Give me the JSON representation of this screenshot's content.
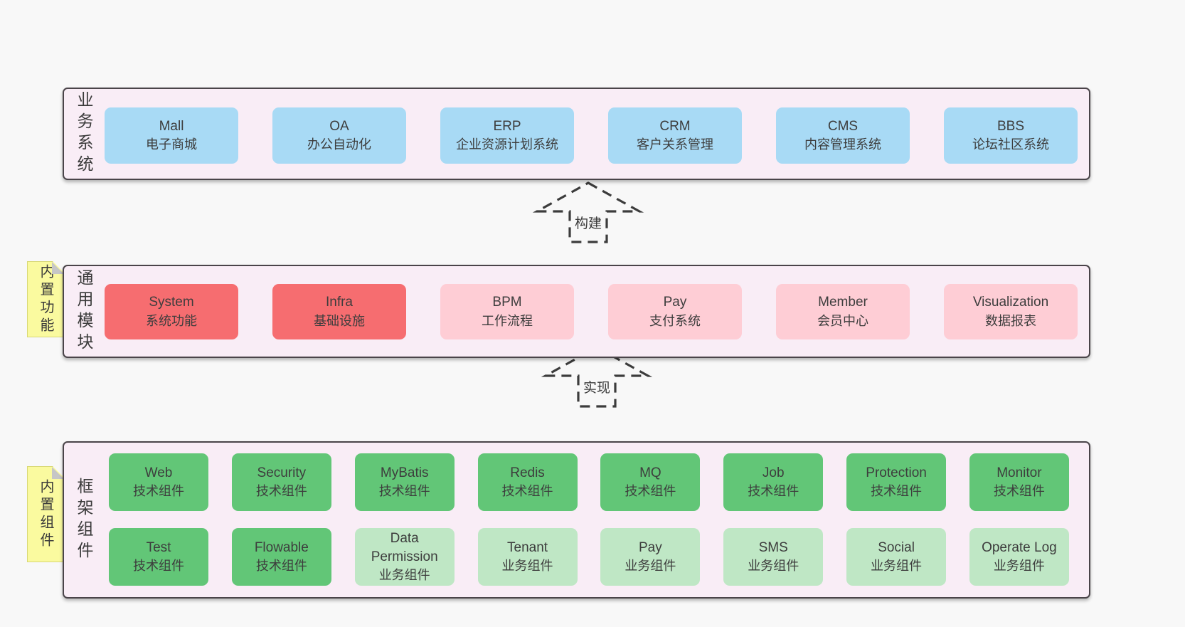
{
  "colors": {
    "page_bg": "#f8f8f8",
    "panel_bg": "#f9edf6",
    "panel_border": "#4a4449",
    "blue_box": "#a8daf5",
    "red_box": "#f66d70",
    "pink_box": "#fecdd5",
    "green_box": "#62c677",
    "light_green_box": "#bfe7c5",
    "sticky_yellow": "#fafa9f",
    "text": "#3d3d3d"
  },
  "sections": [
    {
      "label": "业务系统",
      "rows": [
        [
          {
            "en": "Mall",
            "zh": "电子商城"
          },
          {
            "en": "OA",
            "zh": "办公自动化"
          },
          {
            "en": "ERP",
            "zh": "企业资源计划系统"
          },
          {
            "en": "CRM",
            "zh": "客户关系管理"
          },
          {
            "en": "CMS",
            "zh": "内容管理系统"
          },
          {
            "en": "BBS",
            "zh": "论坛社区系统"
          }
        ]
      ]
    },
    {
      "label": "通用模块",
      "rows": [
        [
          {
            "en": "System",
            "zh": "系统功能"
          },
          {
            "en": "Infra",
            "zh": "基础设施"
          },
          {
            "en": "BPM",
            "zh": "工作流程"
          },
          {
            "en": "Pay",
            "zh": "支付系统"
          },
          {
            "en": "Member",
            "zh": "会员中心"
          },
          {
            "en": "Visualization",
            "zh": "数据报表"
          }
        ]
      ]
    },
    {
      "label": "框架组件",
      "rows": [
        [
          {
            "en": "Web",
            "zh": "技术组件"
          },
          {
            "en": "Security",
            "zh": "技术组件"
          },
          {
            "en": "MyBatis",
            "zh": "技术组件"
          },
          {
            "en": "Redis",
            "zh": "技术组件"
          },
          {
            "en": "MQ",
            "zh": "技术组件"
          },
          {
            "en": "Job",
            "zh": "技术组件"
          },
          {
            "en": "Protection",
            "zh": "技术组件"
          },
          {
            "en": "Monitor",
            "zh": "技术组件"
          }
        ],
        [
          {
            "en": "Test",
            "zh": "技术组件"
          },
          {
            "en": "Flowable",
            "zh": "技术组件"
          },
          {
            "en": "Data Permission",
            "zh": "业务组件"
          },
          {
            "en": "Tenant",
            "zh": "业务组件"
          },
          {
            "en": "Pay",
            "zh": "业务组件"
          },
          {
            "en": "SMS",
            "zh": "业务组件"
          },
          {
            "en": "Social",
            "zh": "业务组件"
          },
          {
            "en": "Operate Log",
            "zh": "业务组件"
          }
        ]
      ]
    }
  ],
  "stickies": [
    {
      "label": "内置功能"
    },
    {
      "label": "内置组件"
    }
  ],
  "arrows": [
    {
      "label": "构建"
    },
    {
      "label": "实现"
    }
  ]
}
